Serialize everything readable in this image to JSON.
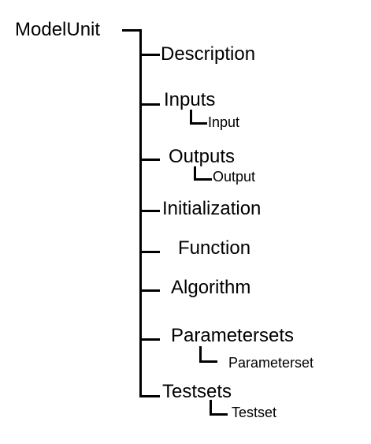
{
  "tree": {
    "root": "ModelUnit",
    "children": [
      {
        "label": "Description"
      },
      {
        "label": "Inputs",
        "child": "Input"
      },
      {
        "label": "Outputs",
        "child": "Output"
      },
      {
        "label": "Initialization"
      },
      {
        "label": "Function"
      },
      {
        "label": "Algorithm"
      },
      {
        "label": "Parametersets",
        "child": "Parameterset"
      },
      {
        "label": "Testsets",
        "child": "Testset"
      }
    ]
  }
}
